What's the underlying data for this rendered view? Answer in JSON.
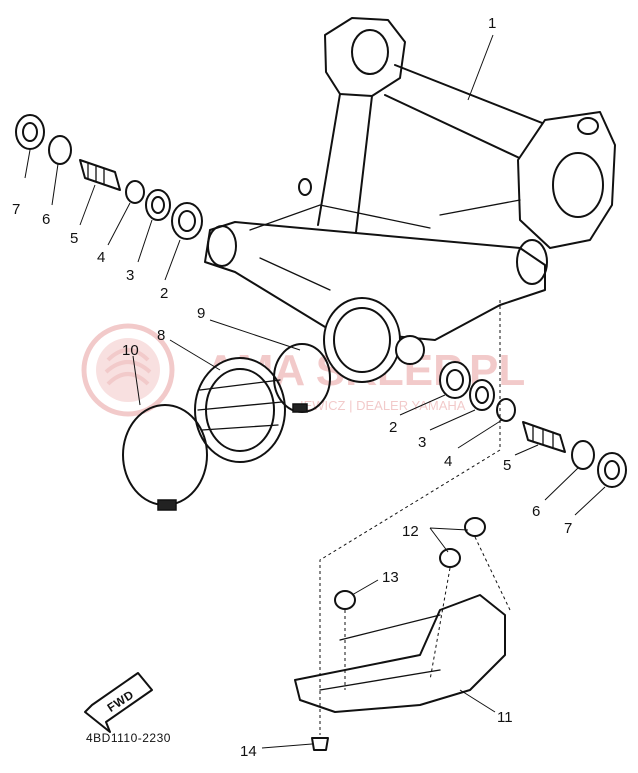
{
  "diagram": {
    "part_code": "4BD1110-2230",
    "fwd_label": "FWD",
    "watermark": {
      "brand": "AMA SKLEP.PL",
      "subtitle": "IEWICZ | DEALER YAMAHA",
      "color": "#e8a0a0"
    },
    "callouts": [
      {
        "id": "c1",
        "label": "1"
      },
      {
        "id": "c2a",
        "label": "2"
      },
      {
        "id": "c3a",
        "label": "3"
      },
      {
        "id": "c4a",
        "label": "4"
      },
      {
        "id": "c5a",
        "label": "5"
      },
      {
        "id": "c6a",
        "label": "6"
      },
      {
        "id": "c7a",
        "label": "7"
      },
      {
        "id": "c8",
        "label": "8"
      },
      {
        "id": "c9",
        "label": "9"
      },
      {
        "id": "c10",
        "label": "10"
      },
      {
        "id": "c2b",
        "label": "2"
      },
      {
        "id": "c3b",
        "label": "3"
      },
      {
        "id": "c4b",
        "label": "4"
      },
      {
        "id": "c5b",
        "label": "5"
      },
      {
        "id": "c6b",
        "label": "6"
      },
      {
        "id": "c7b",
        "label": "7"
      },
      {
        "id": "c11",
        "label": "11"
      },
      {
        "id": "c12",
        "label": "12"
      },
      {
        "id": "c13",
        "label": "13"
      },
      {
        "id": "c14",
        "label": "14"
      }
    ]
  }
}
